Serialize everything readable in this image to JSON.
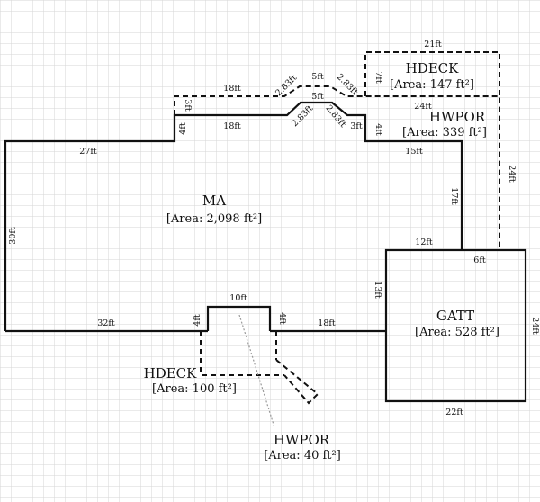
{
  "areas": {
    "ma": {
      "name": "MA",
      "size": "[Area: 2,098 ft²]"
    },
    "hdeck_top": {
      "name": "HDECK",
      "size": "[Area: 147 ft²]"
    },
    "hwpor_top": {
      "name": "HWPOR",
      "size": "[Area: 339 ft²]"
    },
    "gatt": {
      "name": "GATT",
      "size": "[Area: 528 ft²]"
    },
    "hdeck_bottom": {
      "name": "HDECK",
      "size": "[Area: 100 ft²]"
    },
    "hwpor_bottom": {
      "name": "HWPOR",
      "size": "[Area: 40 ft²]"
    }
  },
  "dims": {
    "ma_left": "30ft",
    "ma_top_left": "27ft",
    "ma_bottom_left": "32ft",
    "ma_bottom_right": "18ft",
    "ma_step_left": "4ft",
    "ma_step_right": "4ft",
    "ma_top_mid_left": "18ft",
    "ma_diag_left": "2.83ft",
    "ma_diag_right": "2.83ft",
    "ma_right_short": "3ft",
    "ma_right_top": "15ft",
    "ma_right_side": "17ft",
    "ma_right_low": "12ft",
    "por_top_left": "18ft",
    "por_diag_left": "2.83ft",
    "por_mid": "5ft",
    "por_diag_right": "2.83ft",
    "por_inner_mid": "5ft",
    "por_left_small": "3ft",
    "deck_top": "21ft",
    "deck_left": "7ft",
    "deck_bottom": "24ft",
    "por_right": "24ft",
    "gatt_top_short": "6ft",
    "gatt_left": "13ft",
    "gatt_right": "24ft",
    "gatt_bottom": "22ft",
    "hdeck_top_w": "10ft",
    "hdeck_left_h": "4ft",
    "hdeck_right_h": "4ft"
  },
  "colors": {
    "grid": "#d6d6d6",
    "line": "#111111",
    "dotted": "#9a9a9a"
  }
}
